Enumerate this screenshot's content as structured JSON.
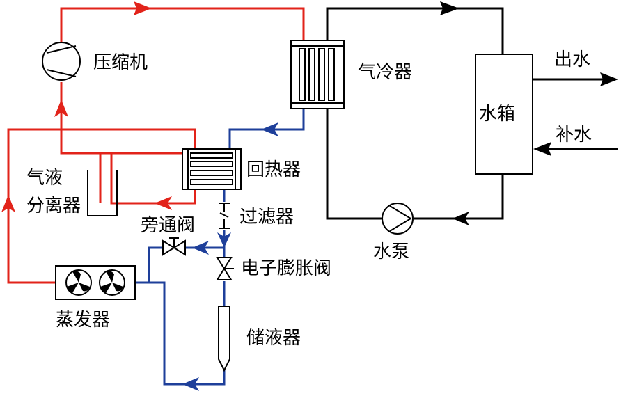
{
  "labels": {
    "compressor": "压缩机",
    "gas_cooler": "气冷器",
    "water_tank": "水箱",
    "water_out": "出水",
    "water_makeup": "补水",
    "recuperator": "回热器",
    "separator_line1": "气液",
    "separator_line2": "分离器",
    "bypass_valve": "旁通阀",
    "filter": "过滤器",
    "expansion_valve": "电子膨胀阀",
    "evaporator": "蒸发器",
    "receiver": "储液器",
    "water_pump": "水泵"
  },
  "colors": {
    "high_pressure_line": "#e2231a",
    "low_pressure_line": "#1e3f9a",
    "water_line": "#000000"
  }
}
